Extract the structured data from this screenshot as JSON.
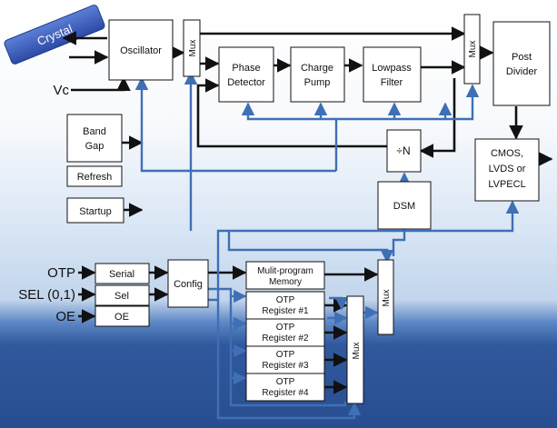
{
  "crystal": "Crystal",
  "blocks": {
    "oscillator": "Oscillator",
    "mux_top": "Mux",
    "phase_detector": [
      "Phase",
      "Detector"
    ],
    "charge_pump": [
      "Charge",
      "Pump"
    ],
    "lowpass_filter": [
      "Lowpass",
      "Filter"
    ],
    "mux_right": "Mux",
    "post_divider": [
      "Post",
      "Divider"
    ],
    "band_gap": [
      "Band",
      "Gap"
    ],
    "refresh": "Refresh",
    "startup": "Startup",
    "divide_n": "÷N",
    "dsm": "DSM",
    "output_driver": [
      "CMOS,",
      "LVDS or",
      "LVPECL"
    ],
    "serial": "Serial",
    "sel": "Sel",
    "oe_box": "OE",
    "config": "Config",
    "multi_program_memory": [
      "Mulit-program",
      "Memory"
    ],
    "otp_register_1": [
      "OTP",
      "Register #1"
    ],
    "otp_register_2": [
      "OTP",
      "Register #2"
    ],
    "otp_register_3": [
      "OTP",
      "Register #3"
    ],
    "otp_register_4": [
      "OTP",
      "Register #4"
    ],
    "mux_mid": "Mux",
    "mux_low": "Mux"
  },
  "inputs": {
    "vc": "Vc",
    "otp": "OTP",
    "sel": "SEL (0,1)",
    "oe": "OE"
  },
  "colors": {
    "black_line": "#111111",
    "blue_line": "#3f6fb5",
    "box_fill": "#ffffff",
    "crystal_fill": "#3657b8"
  }
}
